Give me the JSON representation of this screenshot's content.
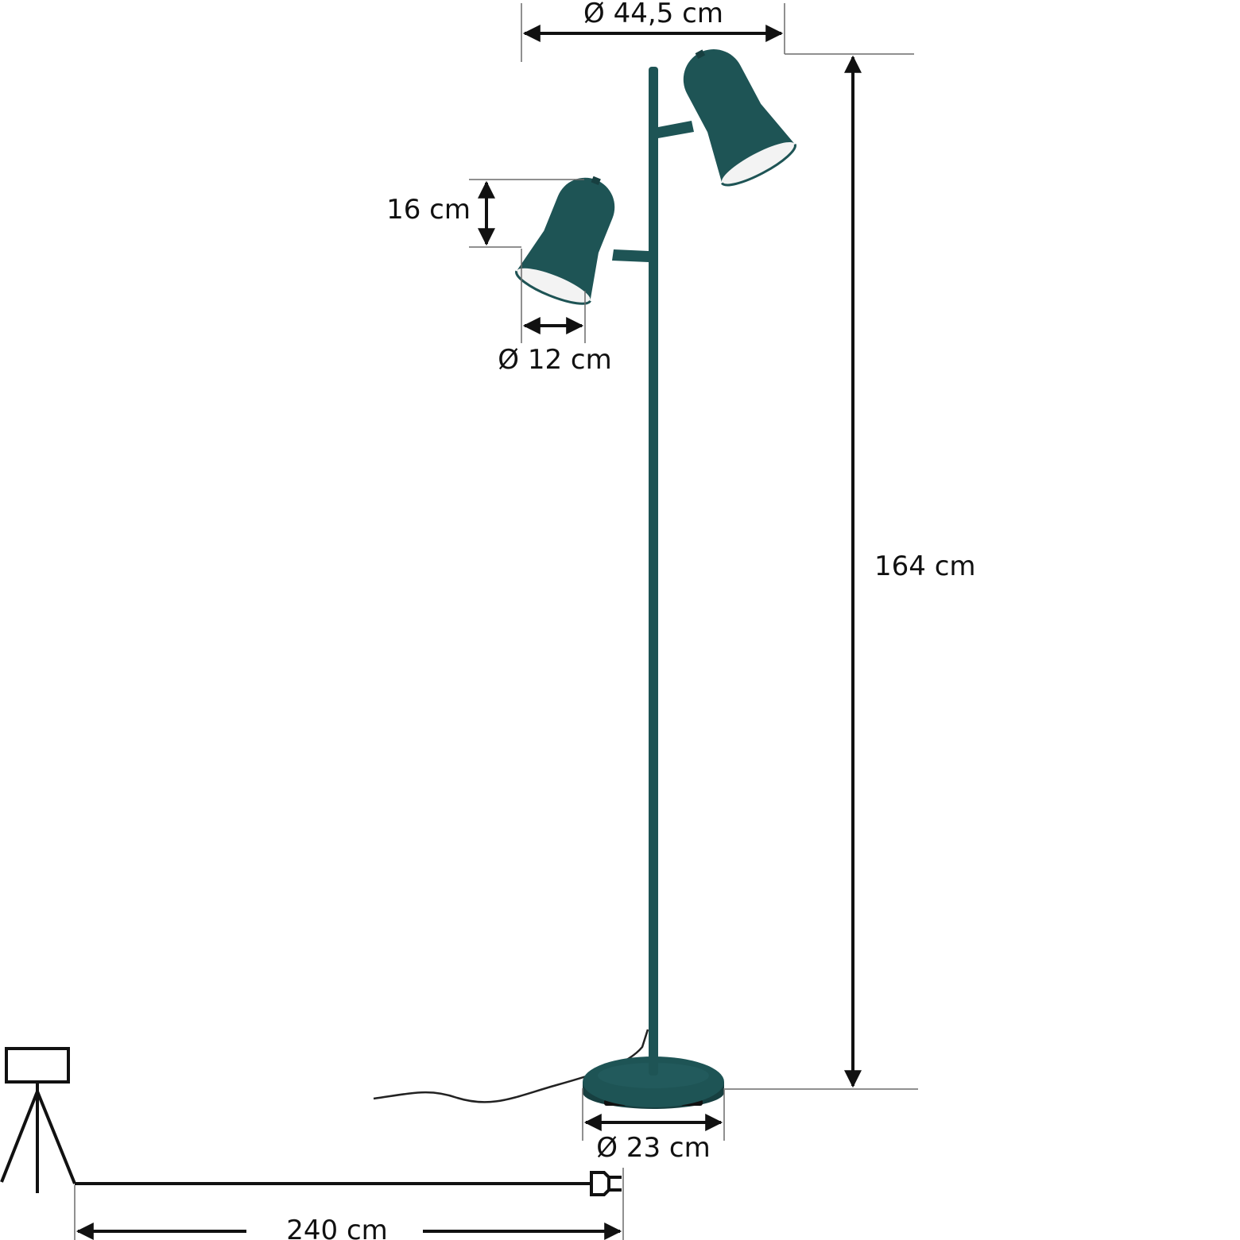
{
  "colors": {
    "lamp": "#1e5455",
    "lamp_dark": "#173f40",
    "shade_inner": "#f3f3f3",
    "dimension": "#111111",
    "guide": "#6b6b6b",
    "cable": "#222222"
  },
  "dimensions": {
    "arm_span": "Ø 44,5 cm",
    "shade_height": "16 cm",
    "shade_diameter": "Ø 12 cm",
    "total_height": "164 cm",
    "base_diameter": "Ø 23 cm",
    "cable_length": "240 cm"
  },
  "icons": {
    "floor_lamp": "floor-lamp-tripod-icon",
    "plug": "plug-icon"
  }
}
